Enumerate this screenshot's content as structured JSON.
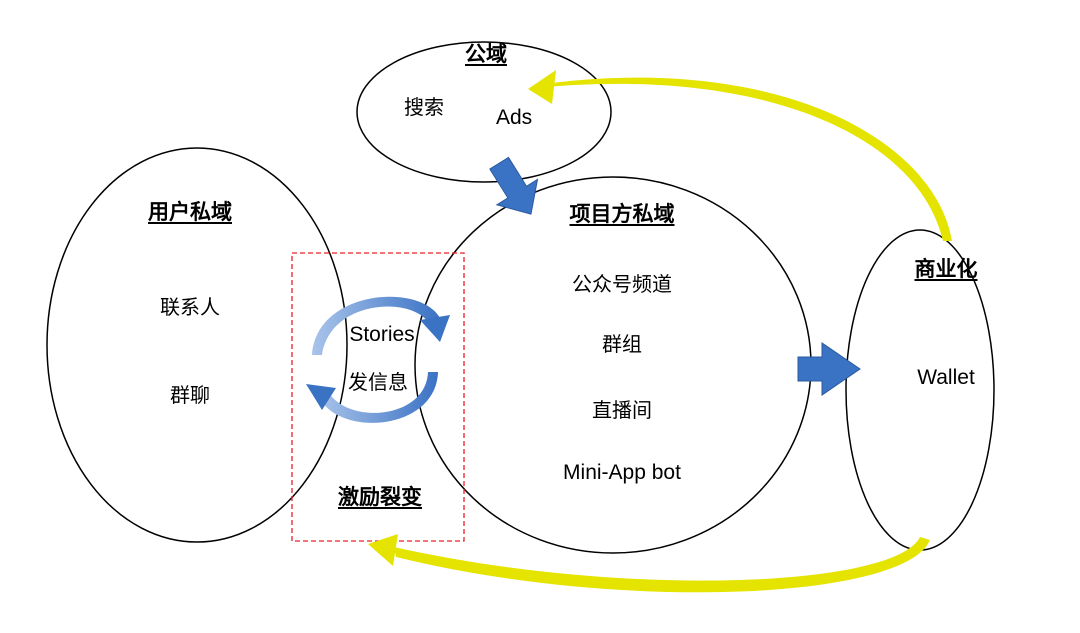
{
  "public_domain": {
    "title": "公域",
    "items": [
      "搜索",
      "Ads"
    ]
  },
  "user_private": {
    "title": "用户私域",
    "items": [
      "联系人",
      "群聊"
    ]
  },
  "project_private": {
    "title": "项目方私域",
    "items": [
      "公众号频道",
      "群组",
      "直播间",
      "Mini-App bot"
    ]
  },
  "commercialization": {
    "title": "商业化",
    "items": [
      "Wallet"
    ]
  },
  "incentive": {
    "title": "激励裂变",
    "items": [
      "Stories",
      "发信息"
    ]
  },
  "colors": {
    "outline": "#000000",
    "blue_arrow": "#3a72c4",
    "blue_arrow_dark": "#2a5aa0",
    "yellow_arrow": "#e4e400",
    "dashed_box": "#e8202a"
  }
}
